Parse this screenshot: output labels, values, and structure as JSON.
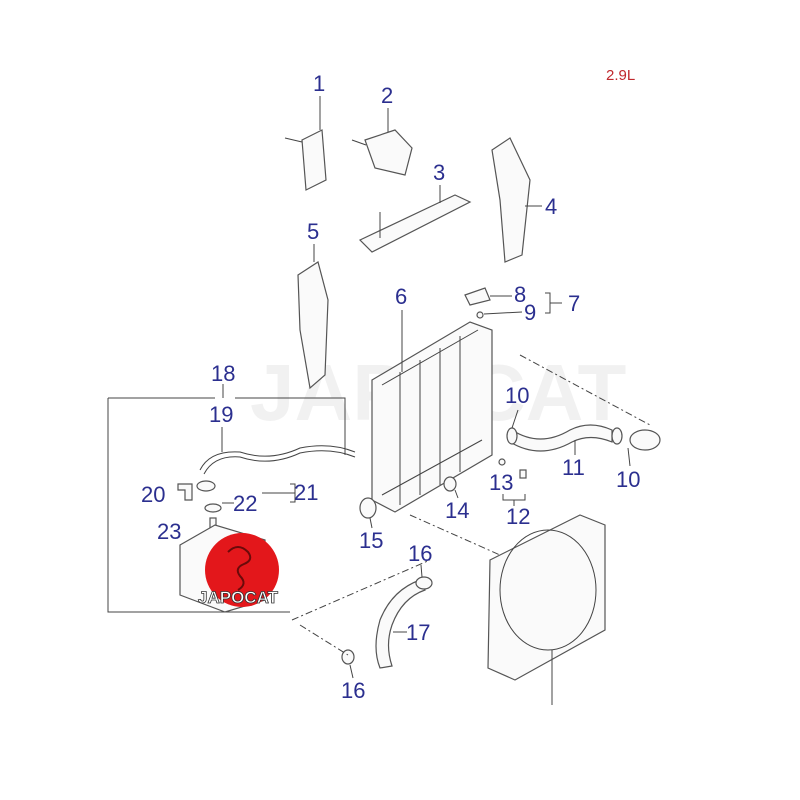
{
  "version_label": "2.9L",
  "watermark": "JAPOCAT",
  "logo_text": "JAPOCAT",
  "colors": {
    "callout": "#2b2f8f",
    "version": "#c0282d",
    "logo": "#e3171b"
  },
  "callouts": {
    "c1": "1",
    "c2": "2",
    "c3": "3",
    "c4": "4",
    "c5": "5",
    "c6": "6",
    "c7": "7",
    "c8": "8",
    "c9": "9",
    "c10a": "10",
    "c10b": "10",
    "c11": "11",
    "c12": "12",
    "c13": "13",
    "c14": "14",
    "c15": "15",
    "c16a": "16",
    "c16b": "16",
    "c17": "17",
    "c18": "18",
    "c19": "19",
    "c20": "20",
    "c21": "21",
    "c22": "22",
    "c23": "23"
  }
}
